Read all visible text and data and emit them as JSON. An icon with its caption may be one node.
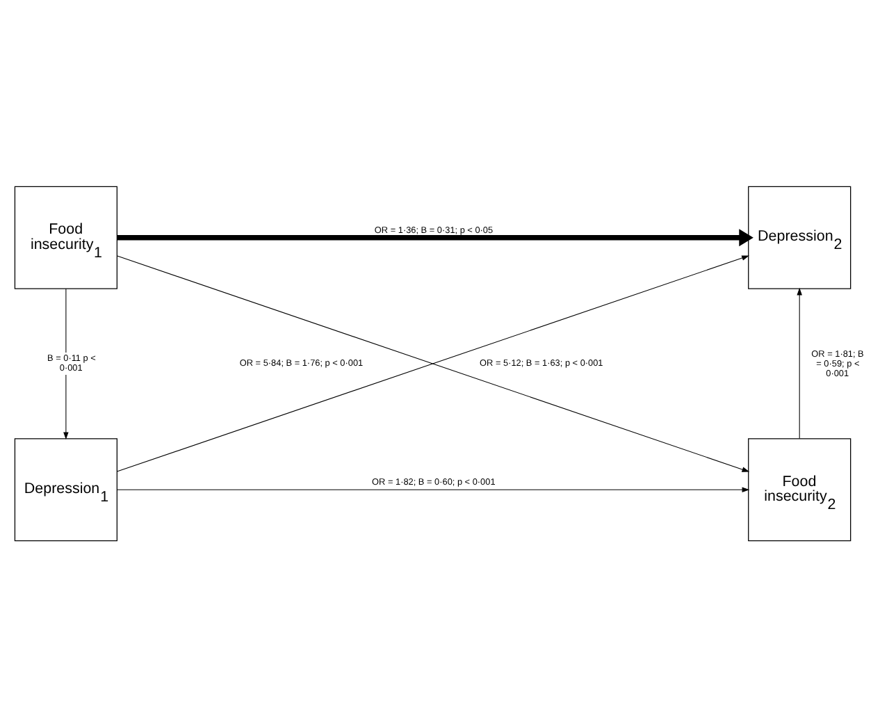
{
  "diagram": {
    "nodes": [
      {
        "text": [
          "Food insecurity$_{1}$"
        ]
      },
      {
        "text": [
          "Depression$_{2}$"
        ]
      },
      {
        "text": [
          "Depression$_{1}$"
        ]
      },
      {
        "text": [
          "Food insecurity$_{2}$"
        ]
      }
    ],
    "edges": [
      {
        "from": 0,
        "to": 1,
        "arrow": "to",
        "style": "thick",
        "label": "OR = 1·36; B = 0·31; p < 0·05"
      },
      {
        "from": 0,
        "to": 3,
        "arrow": "to",
        "label": "OR = 5·84; B = 1·76; p < 0·001"
      },
      {
        "from": 0,
        "to": 2,
        "arrow": "to",
        "label": "B = 0·11 p < 0·001"
      },
      {
        "from": 2,
        "to": 1,
        "arrow": "to",
        "label": "OR = 5·12; B = 1·63; p < 0·001"
      },
      {
        "from": 2,
        "to": 3,
        "arrow": "to",
        "label": "OR = 1·82; B = 0·60; p < 0·001"
      },
      {
        "from": 3,
        "to": 1,
        "arrow": "to",
        "label": "OR = 1·81; B = 0·59; p < 0·001"
      }
    ]
  }
}
